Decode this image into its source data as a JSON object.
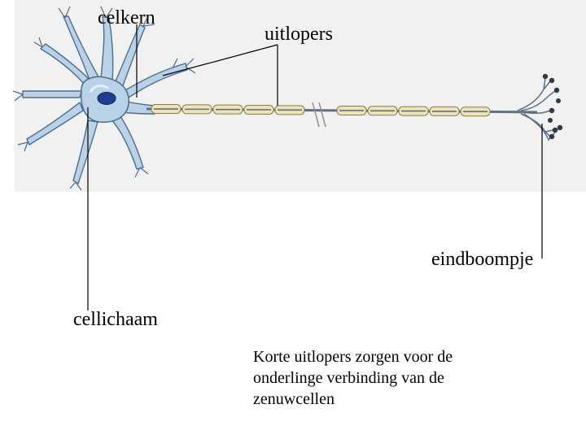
{
  "labels": {
    "celkern": "celkern",
    "uitlopers": "uitlopers",
    "eindboompje": "eindboompje",
    "cellichaam": "cellichaam"
  },
  "caption": "Korte uitlopers zorgen voor de onderlinge verbinding van de zenuwcellen",
  "colors": {
    "cell_body": "#b9d2e8",
    "cell_outline": "#4d6d8e",
    "nucleus": "#1e3f8f",
    "myelin": "#efe2b8",
    "myelin_outline": "#8b7a4e",
    "axon": "#5e7083",
    "leader_line": "#000000",
    "photo_background": "#f1f1f1"
  }
}
